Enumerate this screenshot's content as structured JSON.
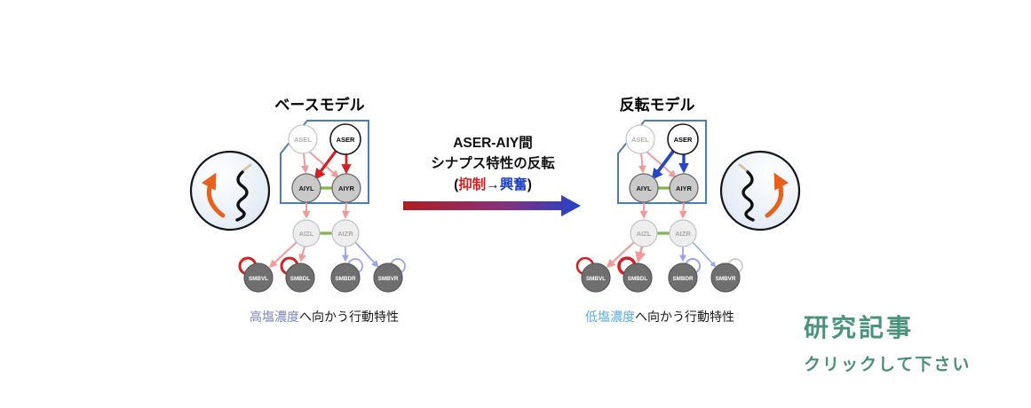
{
  "left_model": {
    "title": "ベースモデル",
    "caption": {
      "highlight": "高塩濃度",
      "rest": "へ向かう行動特性"
    },
    "nodes": {
      "asel": "ASEL",
      "aser": "ASER",
      "aiyl": "AIYL",
      "aiyr": "AIYR",
      "aizl": "AIZL",
      "aizr": "AIZR",
      "smbvl": "SMBVL",
      "smbdl": "SMBDL",
      "smbdr": "SMBDR",
      "smbvr": "SMBVR"
    }
  },
  "right_model": {
    "title": "反転モデル",
    "caption": {
      "highlight": "低塩濃度",
      "rest": "へ向かう行動特性"
    },
    "nodes": {
      "asel": "ASEL",
      "aser": "ASER",
      "aiyl": "AIYL",
      "aiyr": "AIYR",
      "aizl": "AIZL",
      "aizr": "AIZR",
      "smbvl": "SMBVL",
      "smbdl": "SMBDL",
      "smbdr": "SMBDR",
      "smbvr": "SMBVR"
    }
  },
  "center": {
    "line1": "ASER-AIY間",
    "line2": "シナプス特性の反転",
    "line3_open": "(",
    "line3_inhibition": "抑制",
    "line3_arrow": "→",
    "line3_excitation": "興奮",
    "line3_close": ")"
  },
  "footer": {
    "title": "研究記事",
    "subtitle": "クリックして下さい"
  },
  "colors": {
    "inhibitory_red": "#d42020",
    "excitatory_blue": "#2745c8",
    "pink_edge": "#f09a9a",
    "light_blue_edge": "#98a6ec",
    "gap_junction_green": "#7ab648",
    "model_box_blue": "#4a7fb5",
    "worm_arrow_orange": "#e8601c",
    "caption_left_highlight": "#7b87bd",
    "caption_right_highlight": "#5aabdc",
    "footer_green": "#48937a"
  }
}
